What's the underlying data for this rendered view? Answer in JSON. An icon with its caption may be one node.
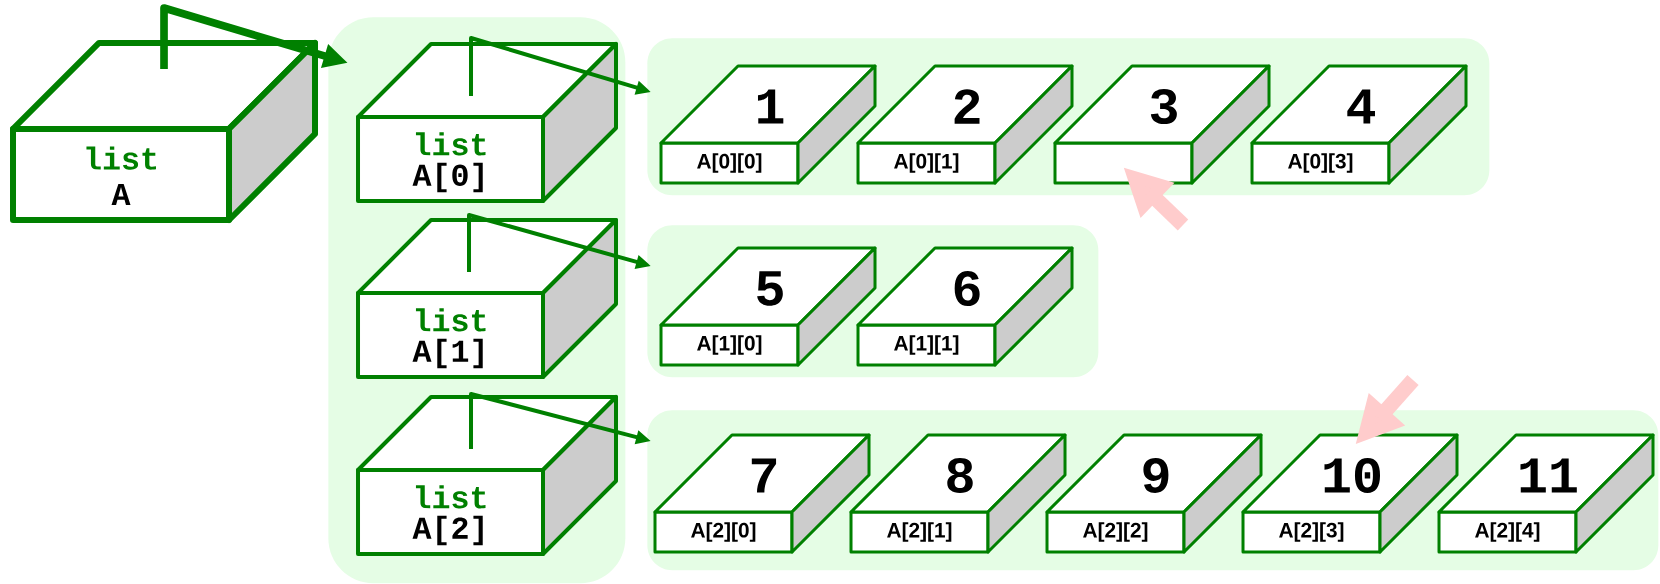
{
  "diagram": {
    "nodes": [
      {
        "text": [
          "list",
          "A"
        ]
      },
      {
        "text": [],
        "shape": "box"
      },
      {
        "text": [
          "list",
          "A[0]"
        ],
        "in": 1
      },
      {
        "text": [
          "list",
          "A[1]"
        ],
        "in": 1
      },
      {
        "text": [
          "list",
          "A[2]"
        ],
        "in": 1
      },
      {
        "text": [],
        "shape": "box"
      },
      {
        "text": [
          "1",
          "A[0][0]"
        ],
        "in": 5
      },
      {
        "text": [
          "2",
          "A[0][1]"
        ],
        "in": 5
      },
      {
        "text": [
          "3"
        ],
        "in": 5
      },
      {
        "text": [
          "4",
          "A[0][3]"
        ],
        "in": 5
      },
      {
        "text": [],
        "shape": "box"
      },
      {
        "text": [
          "5",
          "A[1][0]"
        ],
        "in": 10
      },
      {
        "text": [
          "6",
          "A[1][1]"
        ],
        "in": 10
      },
      {
        "text": [],
        "shape": "box"
      },
      {
        "text": [
          "7",
          "A[2][0]"
        ],
        "in": 13
      },
      {
        "text": [
          "8",
          "A[2][1]"
        ],
        "in": 13
      },
      {
        "text": [
          "9",
          "A[2][2]"
        ],
        "in": 13
      },
      {
        "text": [
          "10",
          "A[2][3]"
        ],
        "in": 13
      },
      {
        "text": [
          "11",
          "A[2][4]"
        ],
        "in": 13
      }
    ],
    "edges": [
      {
        "from": 0,
        "to": 1,
        "arrow": "to",
        "style": "thick"
      },
      {
        "from": 2,
        "to": 5,
        "arrow": "to"
      },
      {
        "from": 3,
        "to": 10,
        "arrow": "to"
      },
      {
        "from": 4,
        "to": 13,
        "arrow": "to"
      },
      {
        "from": null,
        "to": 8,
        "arrow": "to",
        "style": "thick",
        "color": "#ffcccc"
      },
      {
        "from": null,
        "to": 17,
        "arrow": "to",
        "style": "thick",
        "color": "#ffcccc"
      }
    ]
  }
}
